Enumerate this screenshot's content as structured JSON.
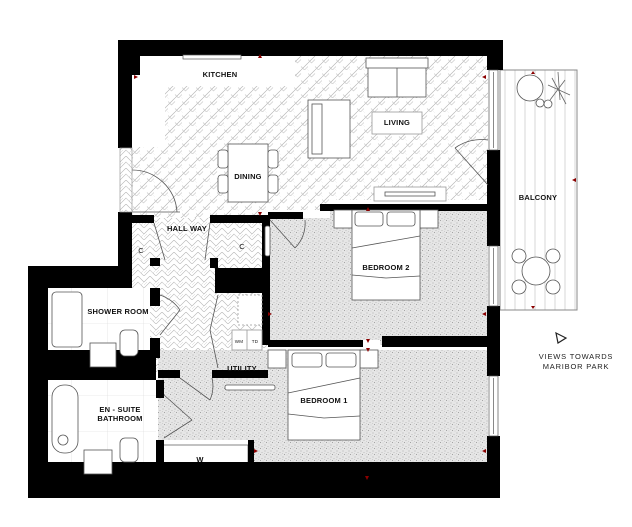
{
  "plan": {
    "title": "Apartment floor plan",
    "colors": {
      "wall": "#000000",
      "floor_hatch": "#bdbdbd",
      "carpet": "#d8d8d8",
      "marker": "#8b0000",
      "fixture_line": "#555555"
    },
    "rooms": [
      {
        "id": "kitchen",
        "label": "KITCHEN",
        "floor": "tile"
      },
      {
        "id": "living",
        "label": "LIVING",
        "floor": "herringbone"
      },
      {
        "id": "dining",
        "label": "DINING",
        "floor": "herringbone"
      },
      {
        "id": "balcony",
        "label": "BALCONY",
        "floor": "decking"
      },
      {
        "id": "hallway",
        "label": "HALL WAY",
        "floor": "herringbone"
      },
      {
        "id": "cupboard_1",
        "label": "C",
        "floor": "herringbone"
      },
      {
        "id": "cupboard_2",
        "label": "C",
        "floor": "herringbone"
      },
      {
        "id": "bedroom_2",
        "label": "BEDROOM 2",
        "floor": "carpet"
      },
      {
        "id": "shower_room",
        "label": "SHOWER ROOM",
        "floor": "tile"
      },
      {
        "id": "utility",
        "label": "UTILITY",
        "floor": "herringbone"
      },
      {
        "id": "bedroom_1",
        "label": "BEDROOM 1",
        "floor": "carpet"
      },
      {
        "id": "ensuite",
        "label_line1": "EN - SUITE",
        "label_line2": "BATHROOM",
        "floor": "tile"
      },
      {
        "id": "wardrobe",
        "label": "W",
        "floor": "none"
      }
    ],
    "utility_appliances": {
      "washer": "WM",
      "dryer": "TD"
    },
    "views_note": {
      "line1": "VIEWS TOWARDS",
      "line2": "MARIBOR PARK",
      "icon": "view-direction-arrow-icon"
    }
  }
}
